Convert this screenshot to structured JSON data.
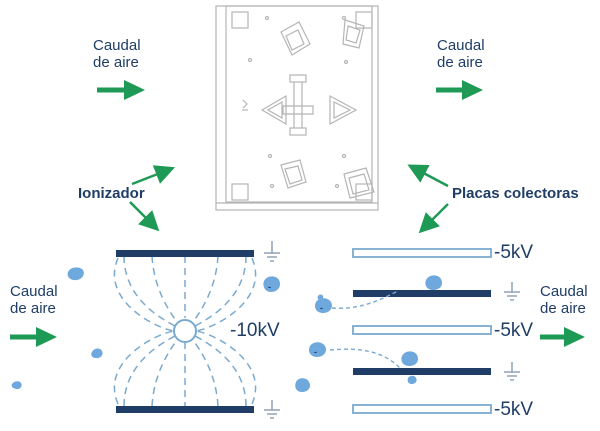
{
  "labels": {
    "airflow_line1": "Caudal",
    "airflow_line2": "de aire",
    "ionizer": "Ionizador",
    "collector_plates": "Placas colectoras",
    "voltage_ionizer": "-10kV",
    "voltage_plate": "-5kV",
    "particle_charge": "-"
  },
  "colors": {
    "arrow_green": "#1e9a56",
    "plate_dark": "#1f3d66",
    "field_lines": "#7aaad0",
    "particle": "#6fa8dc",
    "ground": "#8a9bb0",
    "unit_outline": "#b5b5b5"
  },
  "icons": [
    "arrow-right-icon",
    "ground-icon",
    "particle-icon",
    "electrode-icon"
  ]
}
